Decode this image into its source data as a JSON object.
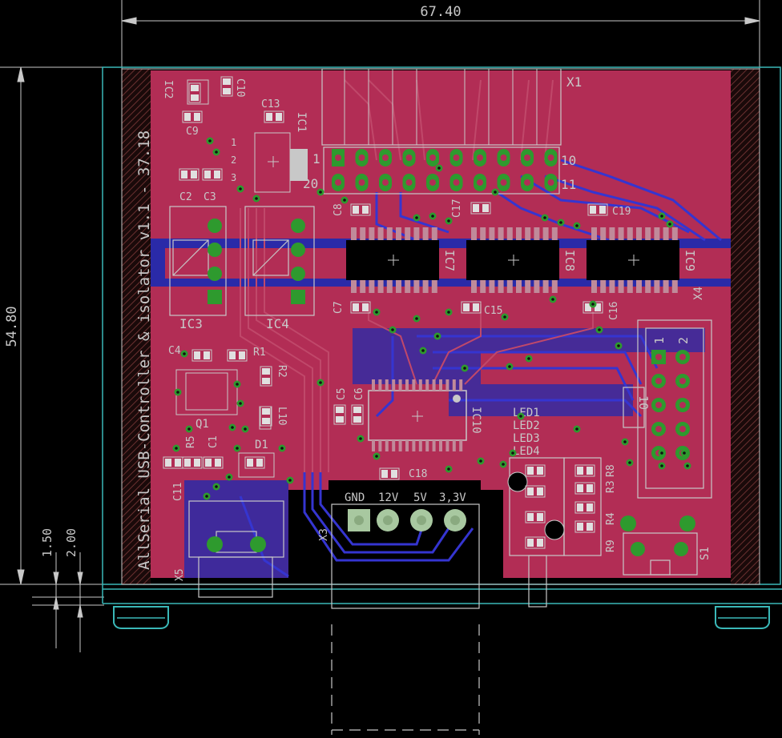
{
  "dimensions": {
    "width": "67.40",
    "height": "54.80",
    "small_a": "1.50",
    "small_b": "2.00"
  },
  "board_title": "AllSerial USB-Controller & isolator v1.1 - 37.18",
  "connectors": {
    "x1": {
      "name": "X1",
      "pin_1": "1",
      "pin_20": "20",
      "pin_10": "10",
      "pin_11": "11"
    },
    "x3": {
      "name": "X3",
      "pins": [
        "GND",
        "12V",
        "5V",
        "3,3V"
      ]
    },
    "x4": {
      "name": "X4",
      "pin_1": "1",
      "pin_2": "2",
      "pin_10": "10"
    },
    "x5": {
      "name": "X5"
    }
  },
  "ics": [
    "IC1",
    "IC2",
    "IC3",
    "IC4",
    "IC7",
    "IC8",
    "IC9",
    "IC10"
  ],
  "caps": [
    "C1",
    "C2",
    "C3",
    "C4",
    "C5",
    "C6",
    "C7",
    "C8",
    "C9",
    "C10",
    "C11",
    "C13",
    "C15",
    "C16",
    "C17",
    "C18",
    "C19"
  ],
  "resistors": [
    "R1",
    "R2",
    "R3",
    "R4",
    "R5",
    "R8",
    "R9"
  ],
  "leds": [
    "LED1",
    "LED2",
    "LED3",
    "LED4"
  ],
  "misc": {
    "q1": "Q1",
    "d1": "D1",
    "l10": "L10",
    "s1": "S1",
    "ic1_pins": [
      "1",
      "2",
      "3"
    ]
  },
  "colors": {
    "background": "#000000",
    "top_copper": "#b22d55",
    "bottom_copper": "#2a2aa8",
    "silkscreen": "#c8c8c8",
    "outline": "#3ab8b8",
    "pad": "#2e9a2e",
    "hatch": "#4a2222"
  }
}
